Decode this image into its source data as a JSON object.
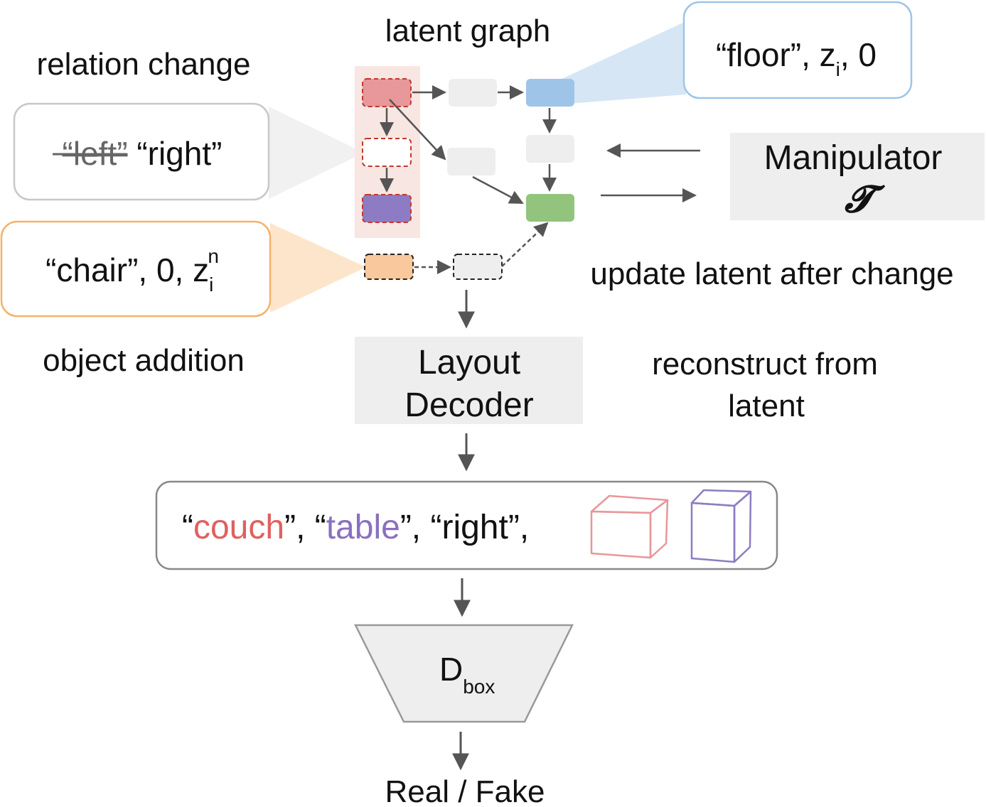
{
  "labels": {
    "latent_graph": "latent graph",
    "relation_change": "relation change",
    "object_addition": "object addition",
    "update_latent": "update latent after change",
    "reconstruct_line1": "reconstruct from",
    "reconstruct_line2": "latent",
    "real_fake": "Real / Fake"
  },
  "floor_box": {
    "prefix": "“floor”, z",
    "sub": "i",
    "suffix": ", 0"
  },
  "relation_box": {
    "old": "“left”",
    "new": "“right”"
  },
  "chair_box": {
    "prefix": "“chair”, 0, z",
    "sub": "i",
    "sup": "n"
  },
  "manipulator": {
    "name": "Manipulator",
    "symbol": "𝓣"
  },
  "layout_decoder": {
    "line1": "Layout",
    "line2": "Decoder"
  },
  "output": {
    "q1": "“",
    "word1": "couch",
    "q2": "”, “",
    "word2": "table",
    "q3": "”, “right”,"
  },
  "discriminator": {
    "main": "D",
    "sub": "box"
  },
  "colors": {
    "couch": "#e06060",
    "table": "#8a70c0",
    "node_red": "#e8979b",
    "node_purple": "#8d7cc3",
    "node_blue": "#9ec4e8",
    "node_green": "#93c47d",
    "node_orange": "#f9c89c",
    "node_grey": "#eeeeee",
    "highlight_band": "#f8e6e2",
    "floor_border": "#9ec4e8",
    "chair_border": "#f6b26b",
    "relation_border": "#c8c8c8",
    "box_fill": "#eeeeee",
    "arrow": "#555555"
  }
}
